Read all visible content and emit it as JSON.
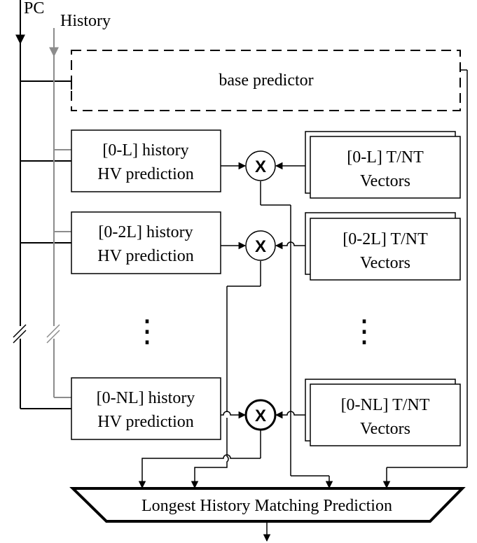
{
  "inputs": {
    "pc_label": "PC",
    "history_label": "History"
  },
  "base_predictor": {
    "label": "base predictor"
  },
  "hv_predictions": [
    {
      "line1": "[0-L] history",
      "line2": "HV prediction"
    },
    {
      "line1": "[0-2L] history",
      "line2": "HV prediction"
    },
    {
      "line1": "[0-NL] history",
      "line2": "HV prediction"
    }
  ],
  "tnt_vectors": [
    {
      "line1": "[0-L] T/NT",
      "line2": "Vectors"
    },
    {
      "line1": "[0-2L] T/NT",
      "line2": "Vectors"
    },
    {
      "line1": "[0-NL] T/NT",
      "line2": "Vectors"
    }
  ],
  "multiply_symbol": "X",
  "ellipsis": "⋮",
  "output": {
    "label": "Longest History Matching Prediction"
  },
  "colors": {
    "pc_line": "#000000",
    "history_line": "#8c8c8c"
  }
}
